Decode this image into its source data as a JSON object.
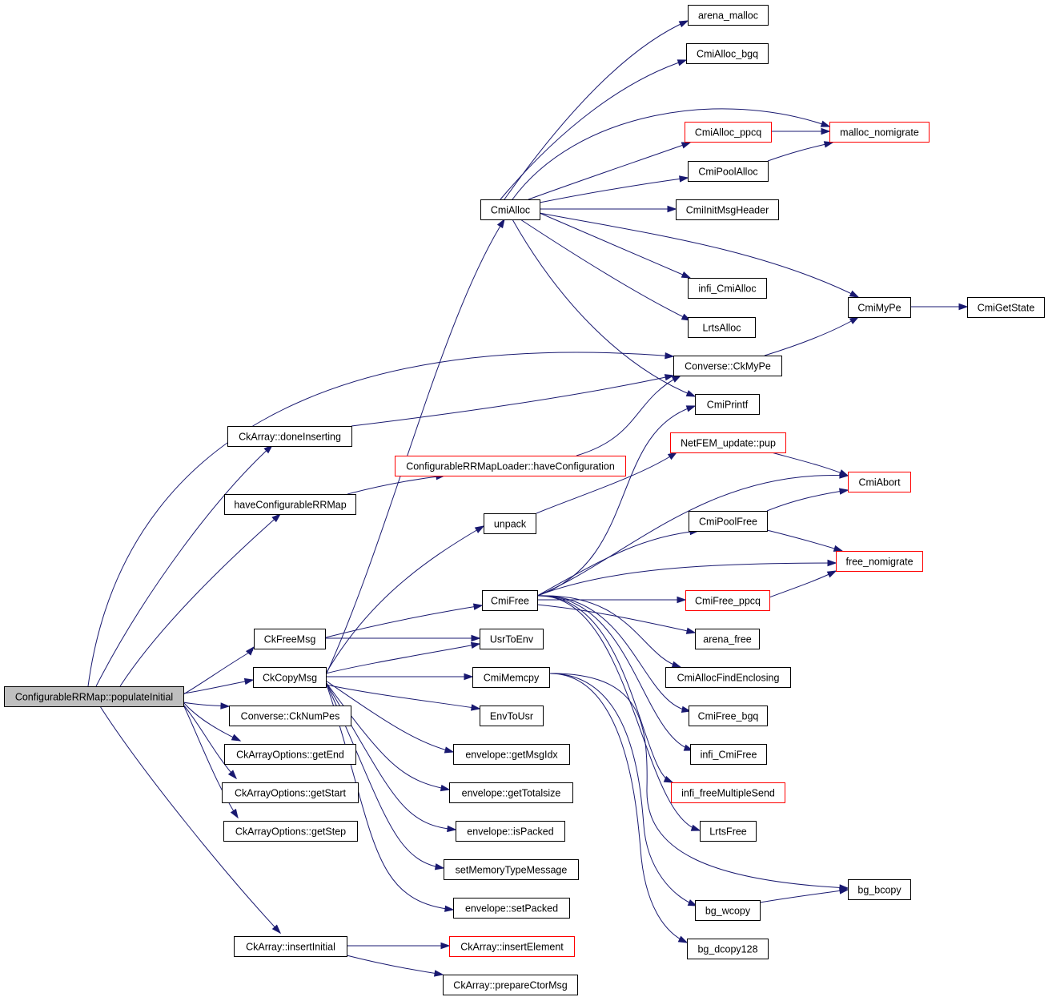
{
  "colors": {
    "edge": "#191970",
    "node_border": "#000000",
    "truncated_border": "#ff0000",
    "root_fill": "#bfbfbf",
    "node_fill": "#ffffff"
  },
  "nodes": {
    "root": "ConfigurableRRMap::populateInitial",
    "arena_malloc": "arena_malloc",
    "CmiAlloc_bgq": "CmiAlloc_bgq",
    "CmiAlloc_ppcq": "CmiAlloc_ppcq",
    "malloc_nomigrate": "malloc_nomigrate",
    "CmiPoolAlloc": "CmiPoolAlloc",
    "CmiAlloc": "CmiAlloc",
    "CmiInitMsgHeader": "CmiInitMsgHeader",
    "infi_CmiAlloc": "infi_CmiAlloc",
    "LrtsAlloc": "LrtsAlloc",
    "CmiMyPe": "CmiMyPe",
    "CmiGetState": "CmiGetState",
    "Converse_CkMyPe": "Converse::CkMyPe",
    "CmiPrintf": "CmiPrintf",
    "CkArray_doneInserting": "CkArray::doneInserting",
    "NetFEM_update_pup": "NetFEM_update::pup",
    "haveConfiguration": "ConfigurableRRMapLoader::haveConfiguration",
    "CmiAbort": "CmiAbort",
    "haveConfigurableRRMap": "haveConfigurableRRMap",
    "unpack": "unpack",
    "CmiPoolFree": "CmiPoolFree",
    "free_nomigrate": "free_nomigrate",
    "CmiFree": "CmiFree",
    "CmiFree_ppcq": "CmiFree_ppcq",
    "CkFreeMsg": "CkFreeMsg",
    "UsrToEnv": "UsrToEnv",
    "arena_free": "arena_free",
    "CkCopyMsg": "CkCopyMsg",
    "CmiMemcpy": "CmiMemcpy",
    "CmiAllocFindEnclosing": "CmiAllocFindEnclosing",
    "Converse_CkNumPes": "Converse::CkNumPes",
    "EnvToUsr": "EnvToUsr",
    "CmiFree_bgq": "CmiFree_bgq",
    "CkArrayOptions_getEnd": "CkArrayOptions::getEnd",
    "envelope_getMsgIdx": "envelope::getMsgIdx",
    "infi_CmiFree": "infi_CmiFree",
    "CkArrayOptions_getStart": "CkArrayOptions::getStart",
    "envelope_getTotalsize": "envelope::getTotalsize",
    "infi_freeMultipleSend": "infi_freeMultipleSend",
    "CkArrayOptions_getStep": "CkArrayOptions::getStep",
    "envelope_isPacked": "envelope::isPacked",
    "LrtsFree": "LrtsFree",
    "setMemoryTypeMessage": "setMemoryTypeMessage",
    "bg_bcopy": "bg_bcopy",
    "envelope_setPacked": "envelope::setPacked",
    "bg_wcopy": "bg_wcopy",
    "CkArray_insertInitial": "CkArray::insertInitial",
    "CkArray_insertElement": "CkArray::insertElement",
    "bg_dcopy128": "bg_dcopy128",
    "CkArray_prepareCtorMsg": "CkArray::prepareCtorMsg"
  }
}
